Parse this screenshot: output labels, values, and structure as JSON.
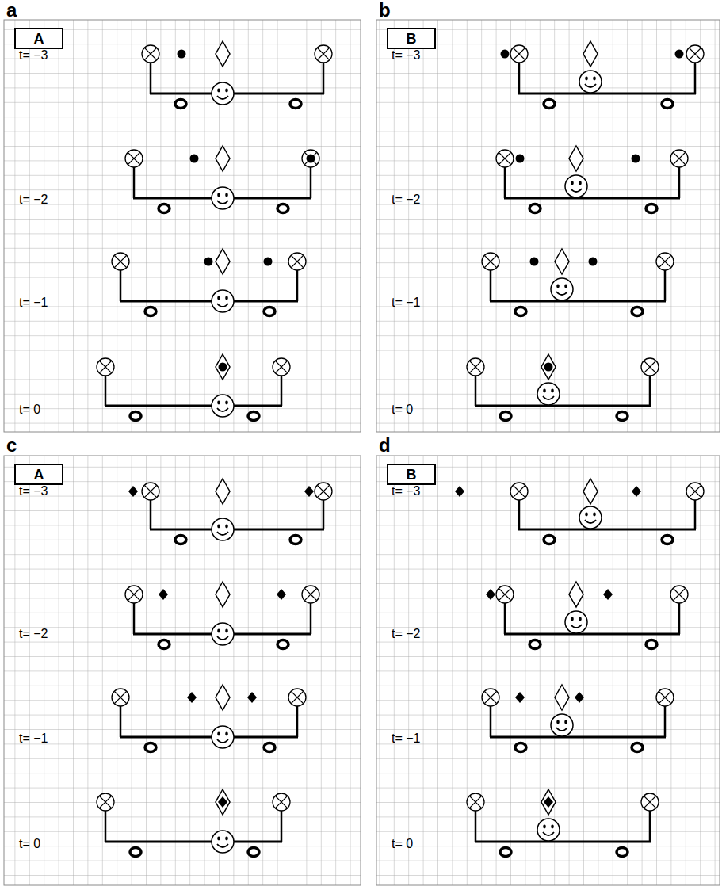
{
  "diagram": {
    "nodes": [
      {
        "text": [
          "A"
        ]
      },
      {
        "text": [
          "B"
        ]
      },
      {
        "text": [
          "A"
        ]
      },
      {
        "text": [
          "B"
        ]
      }
    ],
    "labels": [
      "a",
      "b",
      "t= −3",
      "t= −2",
      "t= −1",
      "t= 0",
      "t= −3",
      "t= −2",
      "t= −1",
      "t= 0",
      "c",
      "d",
      "t= −3",
      "t= −2",
      "t= −1",
      "t= 0",
      "t= −3",
      "t= −2",
      "t= −1",
      "t= 0"
    ]
  }
}
